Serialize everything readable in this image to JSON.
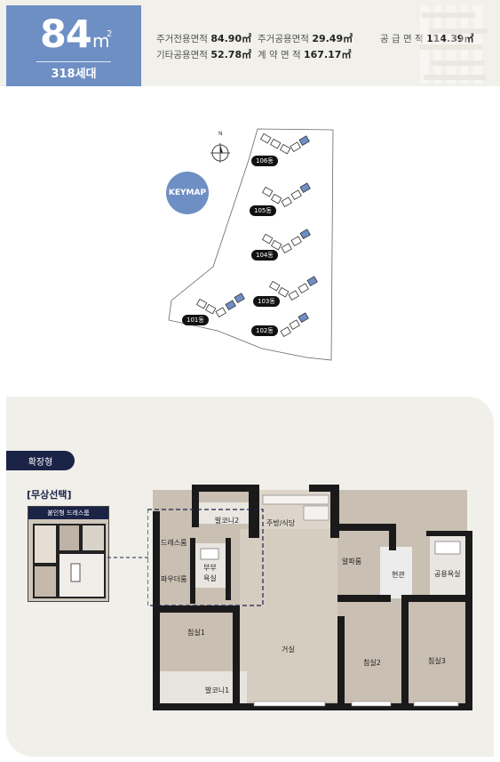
{
  "header": {
    "size_number": "84",
    "size_unit": "m",
    "size_sup": "2",
    "households": "318세대",
    "specs": [
      {
        "label": "주거전용면적",
        "value": "84.90㎡"
      },
      {
        "label": "주거공용면적",
        "value": "29.49㎡"
      },
      {
        "label": "공 급 면 적",
        "value": "114.39㎡"
      },
      {
        "label": "기타공용면적",
        "value": "52.78㎡"
      },
      {
        "label": "계 약 면 적",
        "value": "167.17㎡"
      }
    ]
  },
  "keymap": {
    "badge": "KEYMAP",
    "north": "N",
    "buildings": [
      "106동",
      "105동",
      "104동",
      "103동",
      "101동",
      "102동"
    ]
  },
  "plan": {
    "type_badge": "확장형",
    "option_title": "[무상선택]",
    "option_name": "붙인형 드레스룸",
    "rooms": {
      "balcony2": "발코니2",
      "kitchen": "주방/식당",
      "alpha": "알파룸",
      "dress": "드레스룸",
      "powder": "파우더룸",
      "bath_master": "부부\n욕실",
      "entrance": "현관",
      "bath_common": "공용욕실",
      "bed1": "침실1",
      "living": "거실",
      "bed2": "침실2",
      "bed3": "침실3",
      "balcony1": "발코니1"
    }
  },
  "colors": {
    "accent": "#6e8fc4",
    "navy": "#1b2347",
    "wall": "#1a1a1a",
    "floor": "#c9bfb2"
  }
}
